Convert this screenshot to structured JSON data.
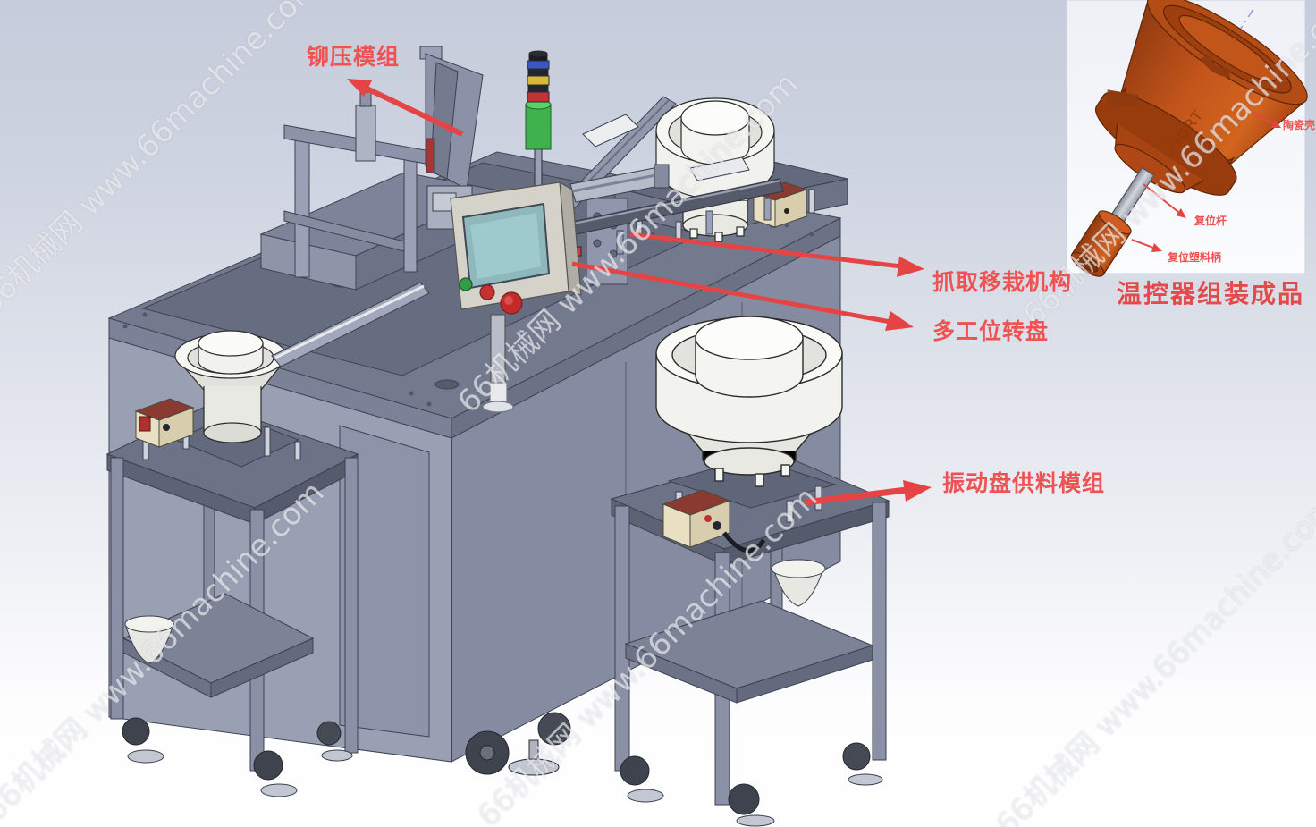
{
  "annotations": {
    "riveting": {
      "label": "铆压模组"
    },
    "grab_transfer": {
      "label": "抓取移栽机构"
    },
    "turntable": {
      "label": "多工位转盘"
    },
    "bowl_feeder": {
      "label": "振动盘供料模组"
    }
  },
  "inset": {
    "title": "温控器组装成品",
    "part_labels": {
      "ceramic_shell": "陶瓷壳",
      "reset_rod": "复位杆",
      "reset_handle": "复位塑料柄"
    },
    "product_emboss": "YIGRT"
  },
  "watermark": {
    "text": "66机械网 www.66machine.com"
  },
  "colors": {
    "annotation_red": "#ef5252",
    "arrow_red": "#e64444",
    "machine_gray": "#99a0b3",
    "machine_gray_dark": "#6e7487",
    "bowl_white": "#f4f4f1",
    "product_orange": "#c3551b",
    "hmi_screen_teal": "#8fb8bd",
    "tower_green": "#3fb24d"
  }
}
